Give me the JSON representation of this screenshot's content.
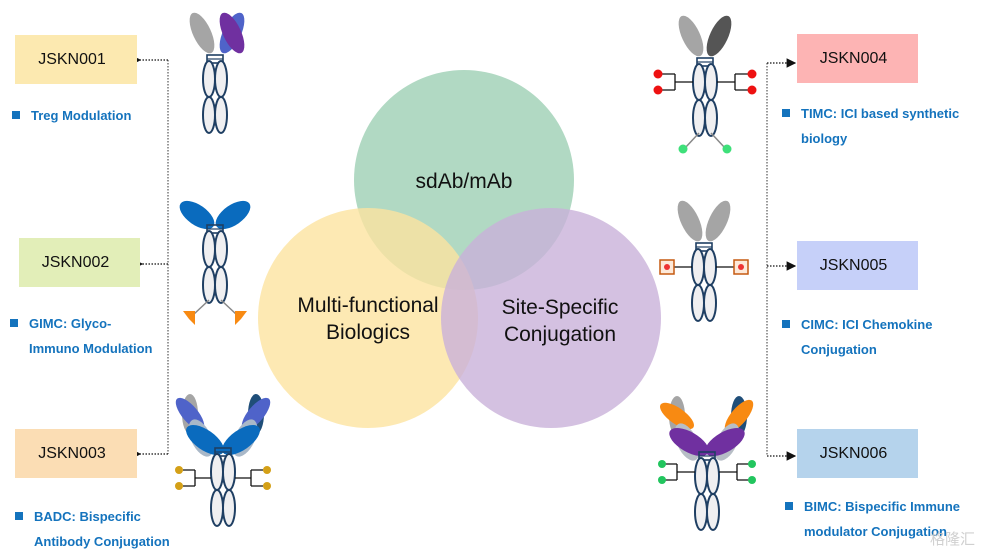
{
  "venn": {
    "circles": [
      {
        "id": "top",
        "label": "sdAb/mAb",
        "color": "#9ECFB4"
      },
      {
        "id": "left",
        "label_lines": [
          "Multi-functional",
          "Biologics"
        ],
        "color": "#FCE3A0"
      },
      {
        "id": "right",
        "label_lines": [
          "Site-Specific",
          "Conjugation"
        ],
        "color": "#C9B2DA"
      }
    ]
  },
  "pipeline": [
    {
      "code": "JSKN001",
      "box_color": "#FCE9B0",
      "side": "left",
      "desc_lines": [
        "Treg Modulation"
      ]
    },
    {
      "code": "JSKN002",
      "box_color": "#E2EEB8",
      "side": "left",
      "desc_lines": [
        "GIMC: Glyco-",
        "Immuno Modulation"
      ]
    },
    {
      "code": "JSKN003",
      "box_color": "#FBDDB4",
      "side": "left",
      "desc_lines": [
        "BADC: Bispecific",
        "Antibody Conjugation"
      ]
    },
    {
      "code": "JSKN004",
      "box_color": "#FDB4B4",
      "side": "right",
      "desc_lines": [
        "TIMC: ICI based synthetic",
        "biology"
      ]
    },
    {
      "code": "JSKN005",
      "box_color": "#C6D0F9",
      "side": "right",
      "desc_lines": [
        "CIMC: ICI Chemokine",
        "Conjugation"
      ]
    },
    {
      "code": "JSKN006",
      "box_color": "#B5D3EC",
      "side": "right",
      "desc_lines": [
        "BIMC: Bispecific Immune",
        "modulator Conjugation"
      ]
    }
  ],
  "icons": {
    "antibody_1": "bispecific-antibody-icon",
    "antibody_2": "glyco-modified-antibody-icon",
    "antibody_3": "bispecific-adc-icon",
    "antibody_4": "synthetic-biology-antibody-icon",
    "antibody_5": "chemokine-conjugate-antibody-icon",
    "antibody_6": "bispecific-immune-conjugate-icon"
  },
  "colors": {
    "bullet_text": "#1473BD",
    "antibody_outline": "#1F3F63"
  },
  "watermark": "格隆汇"
}
